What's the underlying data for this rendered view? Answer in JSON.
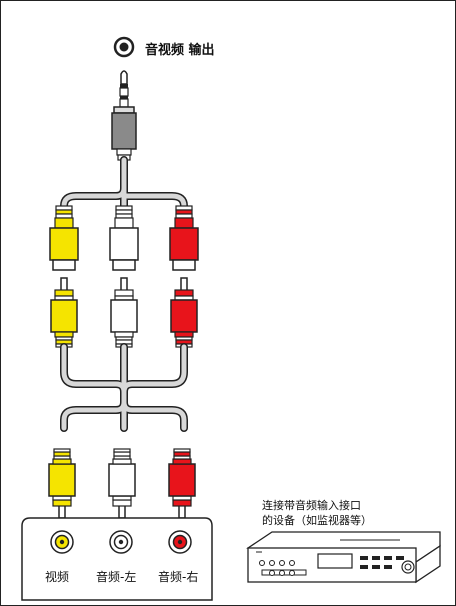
{
  "output_label": "音视频 输出",
  "device_label_line1": "连接带音频输入接口",
  "device_label_line2": "的设备（如监视器等）",
  "jacks": [
    {
      "label": "视频",
      "color": "#f5e400"
    },
    {
      "label": "音频-左",
      "color": "#ffffff"
    },
    {
      "label": "音频-右",
      "color": "#e8141b"
    }
  ],
  "colors": {
    "yellow": "#f5e400",
    "white": "#ffffff",
    "red": "#e8141b",
    "cable": "#d8d8d8",
    "outline": "#222222",
    "plug_gray": "#8a8a8a"
  },
  "icons": [
    "av-output-icon",
    "headphone-plug-icon",
    "rca-plug-icon",
    "rca-jack-icon",
    "av-receiver-icon"
  ]
}
